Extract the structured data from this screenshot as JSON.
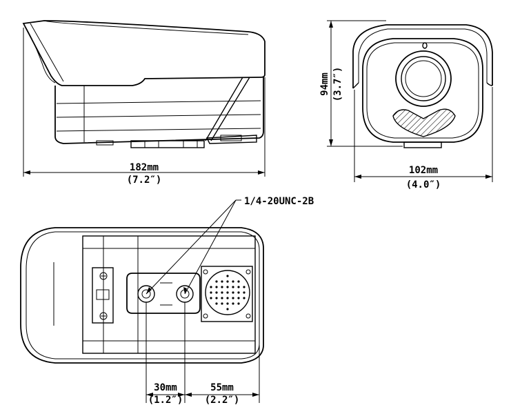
{
  "side_view": {
    "length_mm": "182mm",
    "length_in": "(7.2″)"
  },
  "front_view": {
    "width_mm": "102mm",
    "width_in": "(4.0″)",
    "height_mm": "94mm",
    "height_in": "(3.7″)"
  },
  "bottom_view": {
    "thread_label": "1/4-20UNC-2B",
    "spacing_a_mm": "30mm",
    "spacing_a_in": "(1.2″)",
    "spacing_b_mm": "55mm",
    "spacing_b_in": "(2.2″)"
  }
}
